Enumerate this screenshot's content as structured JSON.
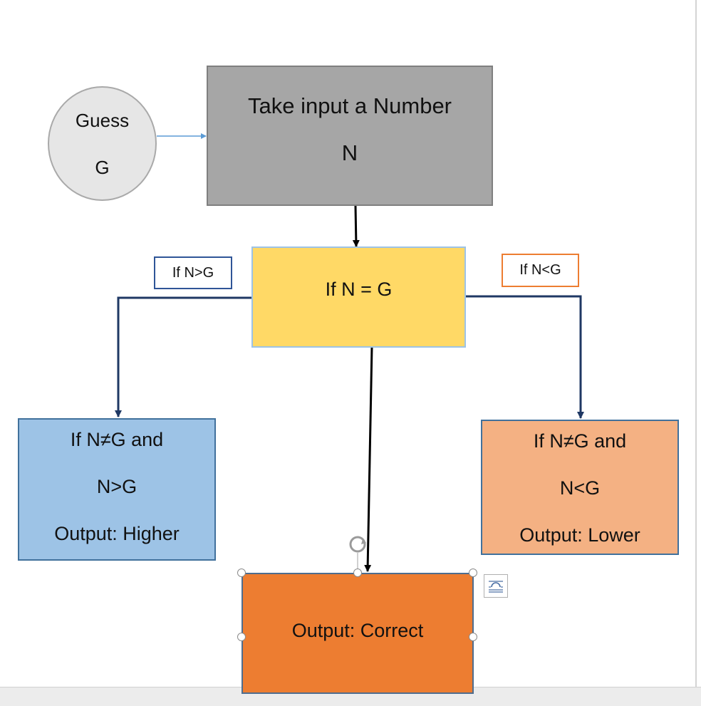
{
  "guess_node": {
    "line1": "Guess",
    "line2": "G"
  },
  "input_node": {
    "line1": "Take input a Number",
    "line2": "N"
  },
  "decision_node": {
    "label": "If N = G"
  },
  "branch_labels": {
    "left": "If N>G",
    "right": "If N<G"
  },
  "output_higher": {
    "line1": "If N≠G and",
    "line2": "N>G",
    "line3": "Output: Higher"
  },
  "output_lower": {
    "line1": "If N≠G and",
    "line2": "N<G",
    "line3": "Output: Lower"
  },
  "output_correct": {
    "label": "Output: Correct"
  },
  "colors": {
    "guess_fill": "#e6e6e6",
    "input_fill": "#a6a6a6",
    "decision_fill": "#ffd966",
    "higher_fill": "#9dc3e6",
    "lower_fill": "#f4b183",
    "correct_fill": "#ed7d31",
    "connector_dark": "#1f3864",
    "connector_black": "#000000",
    "connector_light": "#5b9bd5"
  }
}
